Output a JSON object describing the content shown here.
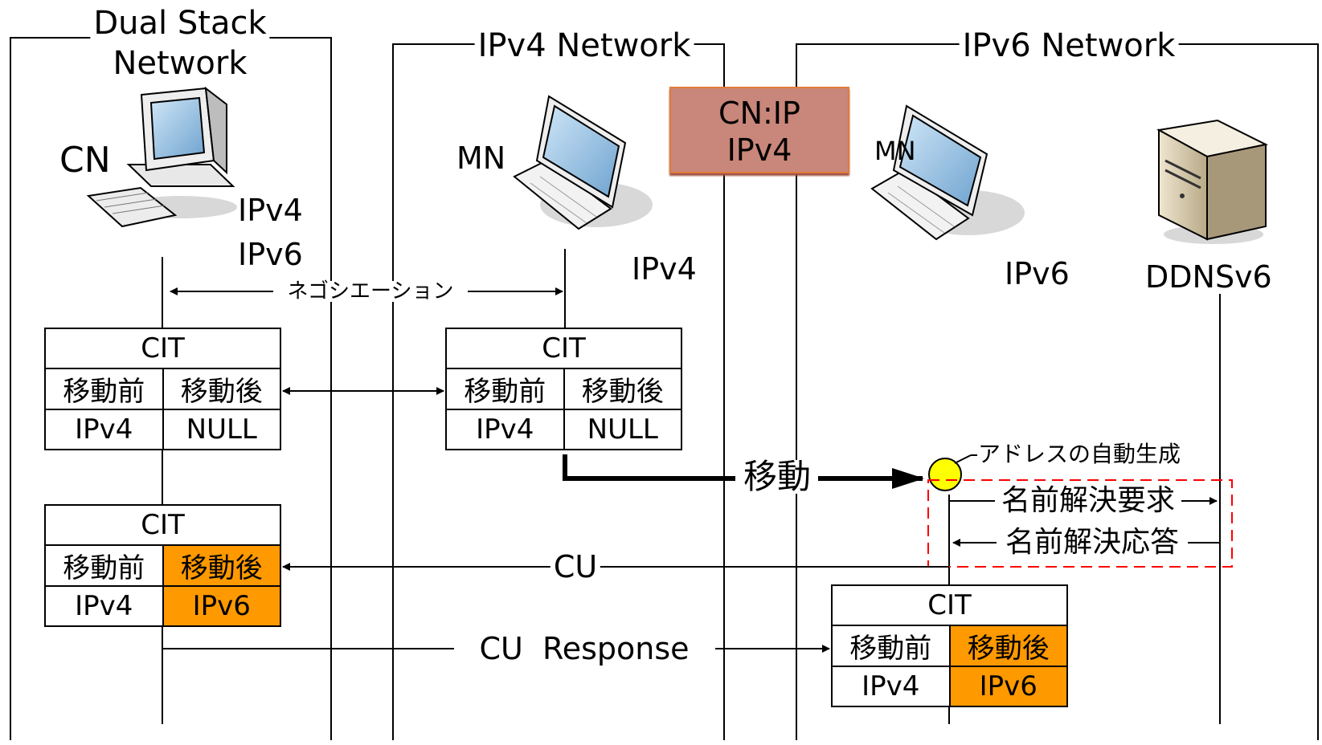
{
  "zones": {
    "dual_stack": {
      "title_line1": "Dual Stack",
      "title_line2": "Network"
    },
    "ipv4": {
      "title": "IPv4 Network"
    },
    "ipv6": {
      "title": "IPv6 Network"
    }
  },
  "nodes": {
    "cn": {
      "name": "CN",
      "addr1": "IPv4",
      "addr2": "IPv6",
      "icon": "desktop-computer-icon"
    },
    "mn_v4": {
      "name": "MN",
      "addr": "IPv4",
      "icon": "laptop-icon"
    },
    "mn_v6": {
      "name": "MN",
      "addr": "IPv6",
      "icon": "laptop-icon"
    },
    "ddns": {
      "name": "DDNSv6",
      "icon": "server-icon"
    }
  },
  "badge": {
    "line1": "CN:IP",
    "line2": "IPv4"
  },
  "messages": {
    "negotiation": "ネゴシエーション",
    "move": "移動",
    "auto_addr": "アドレスの自動生成",
    "resolve_req": "名前解決要求",
    "resolve_resp": "名前解決応答",
    "cu": "CU",
    "cu_response": "CU  Response"
  },
  "tables": {
    "cn_before": {
      "title": "CIT",
      "h_before": "移動前",
      "h_after": "移動後",
      "v_before": "IPv4",
      "v_after": "NULL"
    },
    "mn_before": {
      "title": "CIT",
      "h_before": "移動前",
      "h_after": "移動後",
      "v_before": "IPv4",
      "v_after": "NULL"
    },
    "cn_after": {
      "title": "CIT",
      "h_before": "移動前",
      "h_after": "移動後",
      "v_before": "IPv4",
      "v_after": "IPv6"
    },
    "mn_after": {
      "title": "CIT",
      "h_before": "移動前",
      "h_after": "移動後",
      "v_before": "IPv4",
      "v_after": "IPv6"
    }
  },
  "colors": {
    "highlight": "#ff9900",
    "marker": "#ffff00",
    "dashed_box": "#ff0000",
    "badge_fill": "#c9867a"
  }
}
